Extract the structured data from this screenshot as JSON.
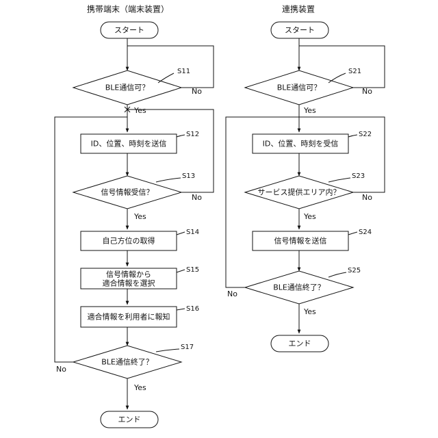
{
  "headers": {
    "left": "携帯端末（端末装置）",
    "right": "連携装置"
  },
  "left": {
    "start": "スタート",
    "s11_q": "BLE通信可？",
    "s12": "ID、位置、時刻を送信",
    "s13_q": "信号情報受信？",
    "s14": "自己方位の取得",
    "s15_line1": "信号情報から",
    "s15_line2": "適合情報を選択",
    "s16": "適合情報を利用者に報知",
    "s17_q": "BLE通信終了？",
    "end": "エンド"
  },
  "right": {
    "start": "スタート",
    "s21_q": "BLE通信可？",
    "s22": "ID、位置、時刻を受信",
    "s23_q": "サービス提供エリア内？",
    "s24": "信号情報を送信",
    "s25_q": "BLE通信終了？",
    "end": "エンド"
  },
  "step_tags": {
    "s11": "S11",
    "s12": "S12",
    "s13": "S13",
    "s14": "S14",
    "s15": "S15",
    "s16": "S16",
    "s17": "S17",
    "s21": "S21",
    "s22": "S22",
    "s23": "S23",
    "s24": "S24",
    "s25": "S25"
  },
  "branch_labels": {
    "yes": "Yes",
    "no": "No"
  }
}
